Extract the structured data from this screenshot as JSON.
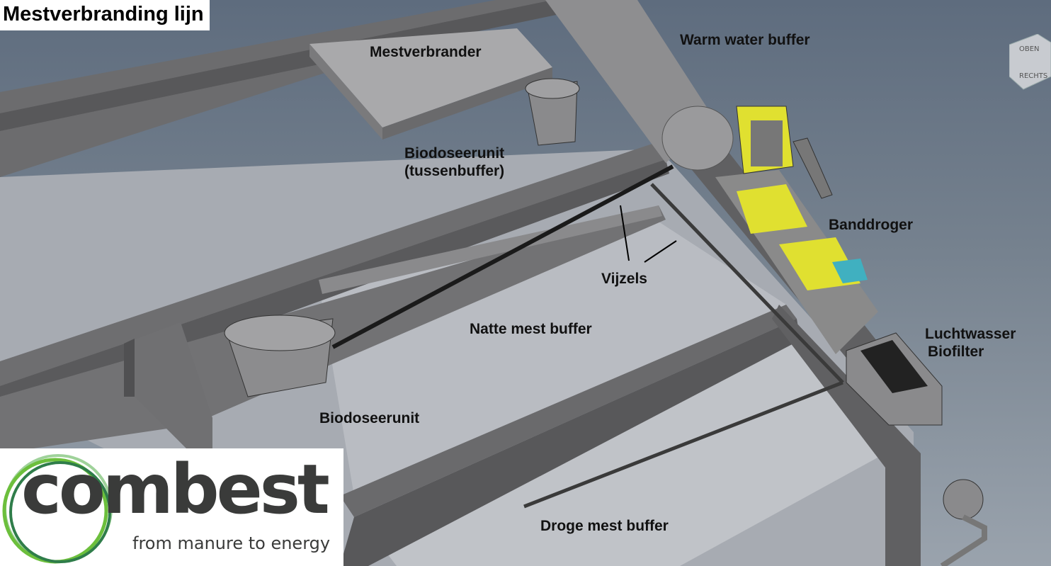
{
  "title": "Mestverbranding lijn",
  "labels": {
    "mestverbrander": "Mestverbrander",
    "warm_water_buffer": "Warm water buffer",
    "biodoseerunit_tussen_1": "Biodoseerunit",
    "biodoseerunit_tussen_2": "(tussenbuffer)",
    "banddroger": "Banddroger",
    "vijzels": "Vijzels",
    "natte_mest_buffer": "Natte mest buffer",
    "luchtwasser": "Luchtwasser",
    "biofilter": "Biofilter",
    "biodoseerunit": "Biodoseerunit",
    "droge_mest_buffer": "Droge mest buffer"
  },
  "view_cube": {
    "top": "OBEN",
    "right": "RECHTS"
  },
  "logo": {
    "word": "combest",
    "tagline": "from manure to energy"
  },
  "colors": {
    "machine_yellow": "#e0e030",
    "wall": "#6c6c6e",
    "floor": "#b9bcc2"
  }
}
